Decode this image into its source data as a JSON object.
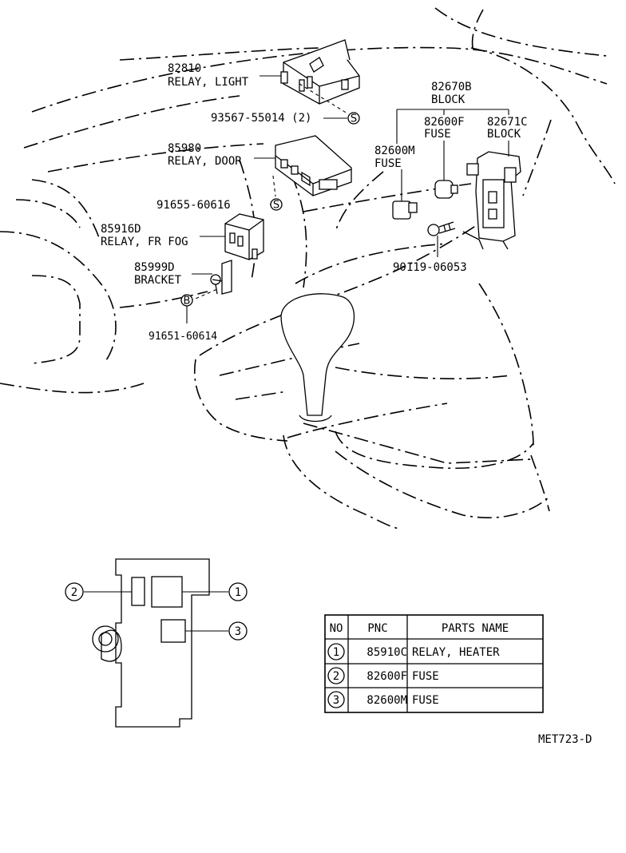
{
  "callouts": {
    "relay_light": {
      "pnc": "82810",
      "name": "RELAY, LIGHT"
    },
    "screw_relay_light": {
      "pnc": "93567-55014 (2)",
      "symbol": "S"
    },
    "relay_door": {
      "pnc": "85980",
      "name": "RELAY, DOOR"
    },
    "screw_relay_door": {
      "pnc": "91655-60616",
      "symbol": "S"
    },
    "relay_fr_fog": {
      "pnc": "85916D",
      "name": "RELAY, FR FOG"
    },
    "bracket": {
      "pnc": "85999D",
      "name": "BRACKET"
    },
    "bolt_bracket": {
      "pnc": "91651-60614",
      "symbol": "B"
    },
    "block_main": {
      "pnc": "82670B",
      "name": "BLOCK"
    },
    "fuse_f": {
      "pnc": "82600F",
      "name": "FUSE"
    },
    "block_sub": {
      "pnc": "82671C",
      "name": "BLOCK"
    },
    "fuse_m": {
      "pnc": "82600M",
      "name": "FUSE"
    },
    "screw_block": {
      "pnc": "90119-06053"
    }
  },
  "inset": {
    "markers": [
      "1",
      "2",
      "3"
    ]
  },
  "table": {
    "headers": [
      "NO",
      "PNC",
      "PARTS NAME"
    ],
    "rows": [
      {
        "no": "1",
        "pnc": "85910C",
        "name": "RELAY, HEATER"
      },
      {
        "no": "2",
        "pnc": "82600F",
        "name": "FUSE"
      },
      {
        "no": "3",
        "pnc": "82600M",
        "name": "FUSE"
      }
    ]
  },
  "figure_code": "MET723-D"
}
